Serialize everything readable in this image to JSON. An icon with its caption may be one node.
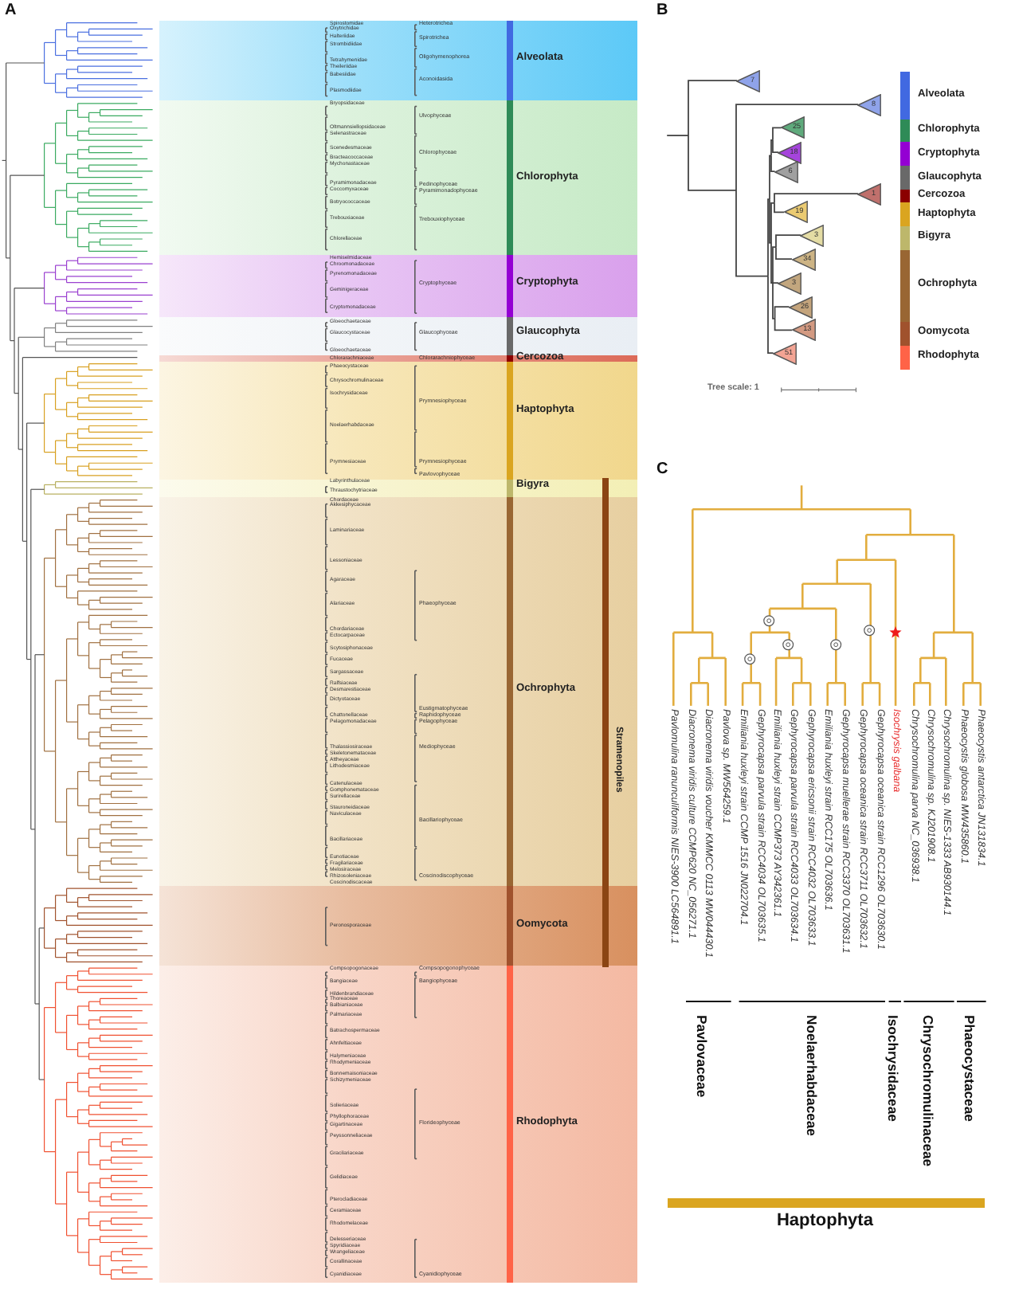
{
  "diagram": {
    "nodes": [
      {
        "text": [
          "Alveolata"
        ]
      },
      {
        "text": [
          "Chlorophyta"
        ]
      },
      {
        "text": [
          "Cryptophyta"
        ]
      },
      {
        "text": [
          "Glaucophyta"
        ]
      },
      {
        "text": [
          "Cercozoa"
        ]
      },
      {
        "text": [
          "Haptophyta"
        ]
      },
      {
        "text": [
          "Bigyra"
        ]
      },
      {
        "text": [
          "Ochrophyta"
        ]
      },
      {
        "text": [
          "Oomycota"
        ]
      },
      {
        "text": [
          "Rhodophyta"
        ]
      },
      {
        "text": [
          "7"
        ]
      },
      {
        "text": [
          "8"
        ]
      },
      {
        "text": [
          "25"
        ]
      },
      {
        "text": [
          "18"
        ]
      },
      {
        "text": [
          "6"
        ]
      },
      {
        "text": [
          "1"
        ]
      },
      {
        "text": [
          "19"
        ]
      },
      {
        "text": [
          "3"
        ]
      },
      {
        "text": [
          "34"
        ]
      },
      {
        "text": [
          "3"
        ]
      },
      {
        "text": [
          "26"
        ]
      },
      {
        "text": [
          "13"
        ]
      },
      {
        "text": [
          "51"
        ]
      }
    ],
    "edges": [
      {
        "from": null,
        "to": 10,
        "arrow": "none"
      },
      {
        "from": null,
        "to": 11,
        "arrow": "none"
      },
      {
        "from": null,
        "to": 12,
        "arrow": "none"
      },
      {
        "from": null,
        "to": 13,
        "arrow": "none"
      },
      {
        "from": null,
        "to": 14,
        "arrow": "none"
      },
      {
        "from": null,
        "to": 15,
        "arrow": "none"
      },
      {
        "from": null,
        "to": 16,
        "arrow": "none"
      },
      {
        "from": null,
        "to": 17,
        "arrow": "none"
      },
      {
        "from": null,
        "to": 18,
        "arrow": "none"
      },
      {
        "from": null,
        "to": 19,
        "arrow": "none"
      },
      {
        "from": null,
        "to": 20,
        "arrow": "none"
      },
      {
        "from": null,
        "to": 21,
        "arrow": "none"
      },
      {
        "from": null,
        "to": 22,
        "arrow": "none"
      }
    ],
    "labels": [
      "A",
      "B",
      "C",
      "Tree scale: 1",
      "Stramenopiles",
      "Spirostomidae",
      "Oxytrichidae",
      "Halteriidae",
      "Strombidiidae",
      "Tetrahymenidae",
      "Theileriidae",
      "Babesiidae",
      "Plasmodiidae",
      "Heterotrichea",
      "Spirotrichea",
      "Oligohymenophorea",
      "Aconoidasida",
      "Bryopsidaceae",
      "Oltmannsiellopsidaceae",
      "Selenastraceae",
      "Scenedesmaceae",
      "Bracteacoccaceae",
      "Mychonastaceae",
      "Pyramimonadaceae",
      "Coccomyxaceae",
      "Botryococcaceae",
      "Trebouxiaceae",
      "Chlorellaceae",
      "Ulvophyceae",
      "Chlorophyceae",
      "Pedinophyceae",
      "Pyramimonadophyceae",
      "Trebouxiophyceae",
      "Hemiselmidaceae",
      "Chroomonadaceae",
      "Pyrenomonadaceae",
      "Geminigeraceae",
      "Cryptomonadaceae",
      "Cryptophyceae",
      "Gloeochaetaceae",
      "Glaucocystaceae",
      "Gloeochaetaceae",
      "Glaucophyceae",
      "Chlorarachniaceae",
      "Chlorarachniophyceae",
      "Phaeocystaceae",
      "Chrysochromulinaceae",
      "Isochrysidaceae",
      "Noelaerhabdaceae",
      "Prymnesiaceae",
      "Prymnesiophyceae",
      "Prymnesiophyceae",
      "Pavlovophyceae",
      "Labyrinthulaceae",
      "Thraustochytriaceae",
      "Chordaceae",
      "Akkesiphycaceae",
      "Laminariaceae",
      "Lessoniaceae",
      "Agaraceae",
      "Alariaceae",
      "Chordariaceae",
      "Ectocarpaceae",
      "Scytosiphonaceae",
      "Fucaceae",
      "Sargassaceae",
      "Ralfsiaceae",
      "Desmarestiaceae",
      "Dictyotaceae",
      "Chattonellaceae",
      "Pelagomonadaceae",
      "Thalassiosiraceae",
      "Skeletonemataceae",
      "Attheyaceae",
      "Lithodesmiaceae",
      "Catenulaceae",
      "Gomphonemataceae",
      "Surirellaceae",
      "Stauroneidaceae",
      "Naviculaceae",
      "Bacillariaceae",
      "Eunotiaceae",
      "Fragilariaceae",
      "Melosiraceae",
      "Rhizosoleniaceae",
      "Coscinodiscaceae",
      "Phaeophyceae",
      "Eustigmatophyceae",
      "Raphidophyceae",
      "Pelagophyceae",
      "Mediophyceae",
      "Bacillariophyceae",
      "Coscinodiscophyceae",
      "Peronosporaceae",
      "Compsopogonaceae",
      "Bangiaceae",
      "Hildenbrandiaceae",
      "Thoreaceae",
      "Balbianiaceae",
      "Palmariaceae",
      "Batrachospermaceae",
      "Ahnfeltiaceae",
      "Halymeniaceae",
      "Rhodymeniaceae",
      "Bonnemaisoniaceae",
      "Schizymeniaceae",
      "Solieriaceae",
      "Phyllophoraceae",
      "Gigartinaceae",
      "Peyssonneliaceae",
      "Gracilariaceae",
      "Gelidiaceae",
      "Pterocladiaceae",
      "Ceramiaceae",
      "Rhodomelaceae",
      "Delesseriaceae",
      "Spyridiaceae",
      "Wrangeliaceae",
      "Corallinaceae",
      "Cyanidiaceae",
      "Compsopogonophyceae",
      "Bangiophyceae",
      "Florideophyceae",
      "Cyanidiophyceae",
      "Pavlomulina ranunculiformis NIES-3900 LC564891.1",
      "Diacronema viridis culture CCMP620 NC_056271.1",
      "Diacronema viridis voucher KMMCC 0113 MW044430.1",
      "Pavlova sp. MW564259.1",
      "Emiliania huxleyi strain CCMP 1516 JN022704.1",
      "Gephyrocapsa parvula strain RCC4034 OL703635.1",
      "Emiliania huxleyi strain CCMP373 AY342361.1",
      "Gephyrocapsa parvula strain RCC4033 OL703634.1",
      "Gephyrocapsa ericsonii strain RCC4032 OL703633.1",
      "Emiliania huxleyi strain RCC175 OL703636.1",
      "Gephyrocapsa muellerae strain RCC3370 OL703631.1",
      "Gephyrocapsa oceanica strain RCC3711 OL703632.1",
      "Gephyrocapsa oceanica strain RCC1296 OL703630.1",
      "Isochrysis galbana",
      "Chrysochromulina parva NC_036938.1",
      "Chrysochromulina sp. KJ201908.1",
      "Chrysochromulina sp. NIES-1333 AB930144.1",
      "Phaeocystis globosa MW435860.1",
      "Phaeocystis antarctica JN131834.1",
      "Pavlovaceae",
      "Noelaerhabdaceae",
      "Isochrysidaceae",
      "Chrysochromulinaceae",
      "Phaeocystaceae",
      "Haptophyta"
    ],
    "legend": [
      {
        "text": "Alveolata",
        "color": "#4169e1"
      },
      {
        "text": "Chlorophyta",
        "color": "#2e8b57"
      },
      {
        "text": "Cryptophyta",
        "color": "#9400d3"
      },
      {
        "text": "Glaucophyta",
        "color": "#696969"
      },
      {
        "text": "Cercozoa",
        "color": "#8b0000"
      },
      {
        "text": "Haptophyta",
        "color": "#daa520"
      },
      {
        "text": "Bigyra",
        "color": "#bdb76b"
      },
      {
        "text": "Ochrophyta",
        "color": "#996633"
      },
      {
        "text": "Oomycota",
        "color": "#a0522d"
      },
      {
        "text": "Rhodophyta",
        "color": "#ff6347"
      }
    ]
  }
}
